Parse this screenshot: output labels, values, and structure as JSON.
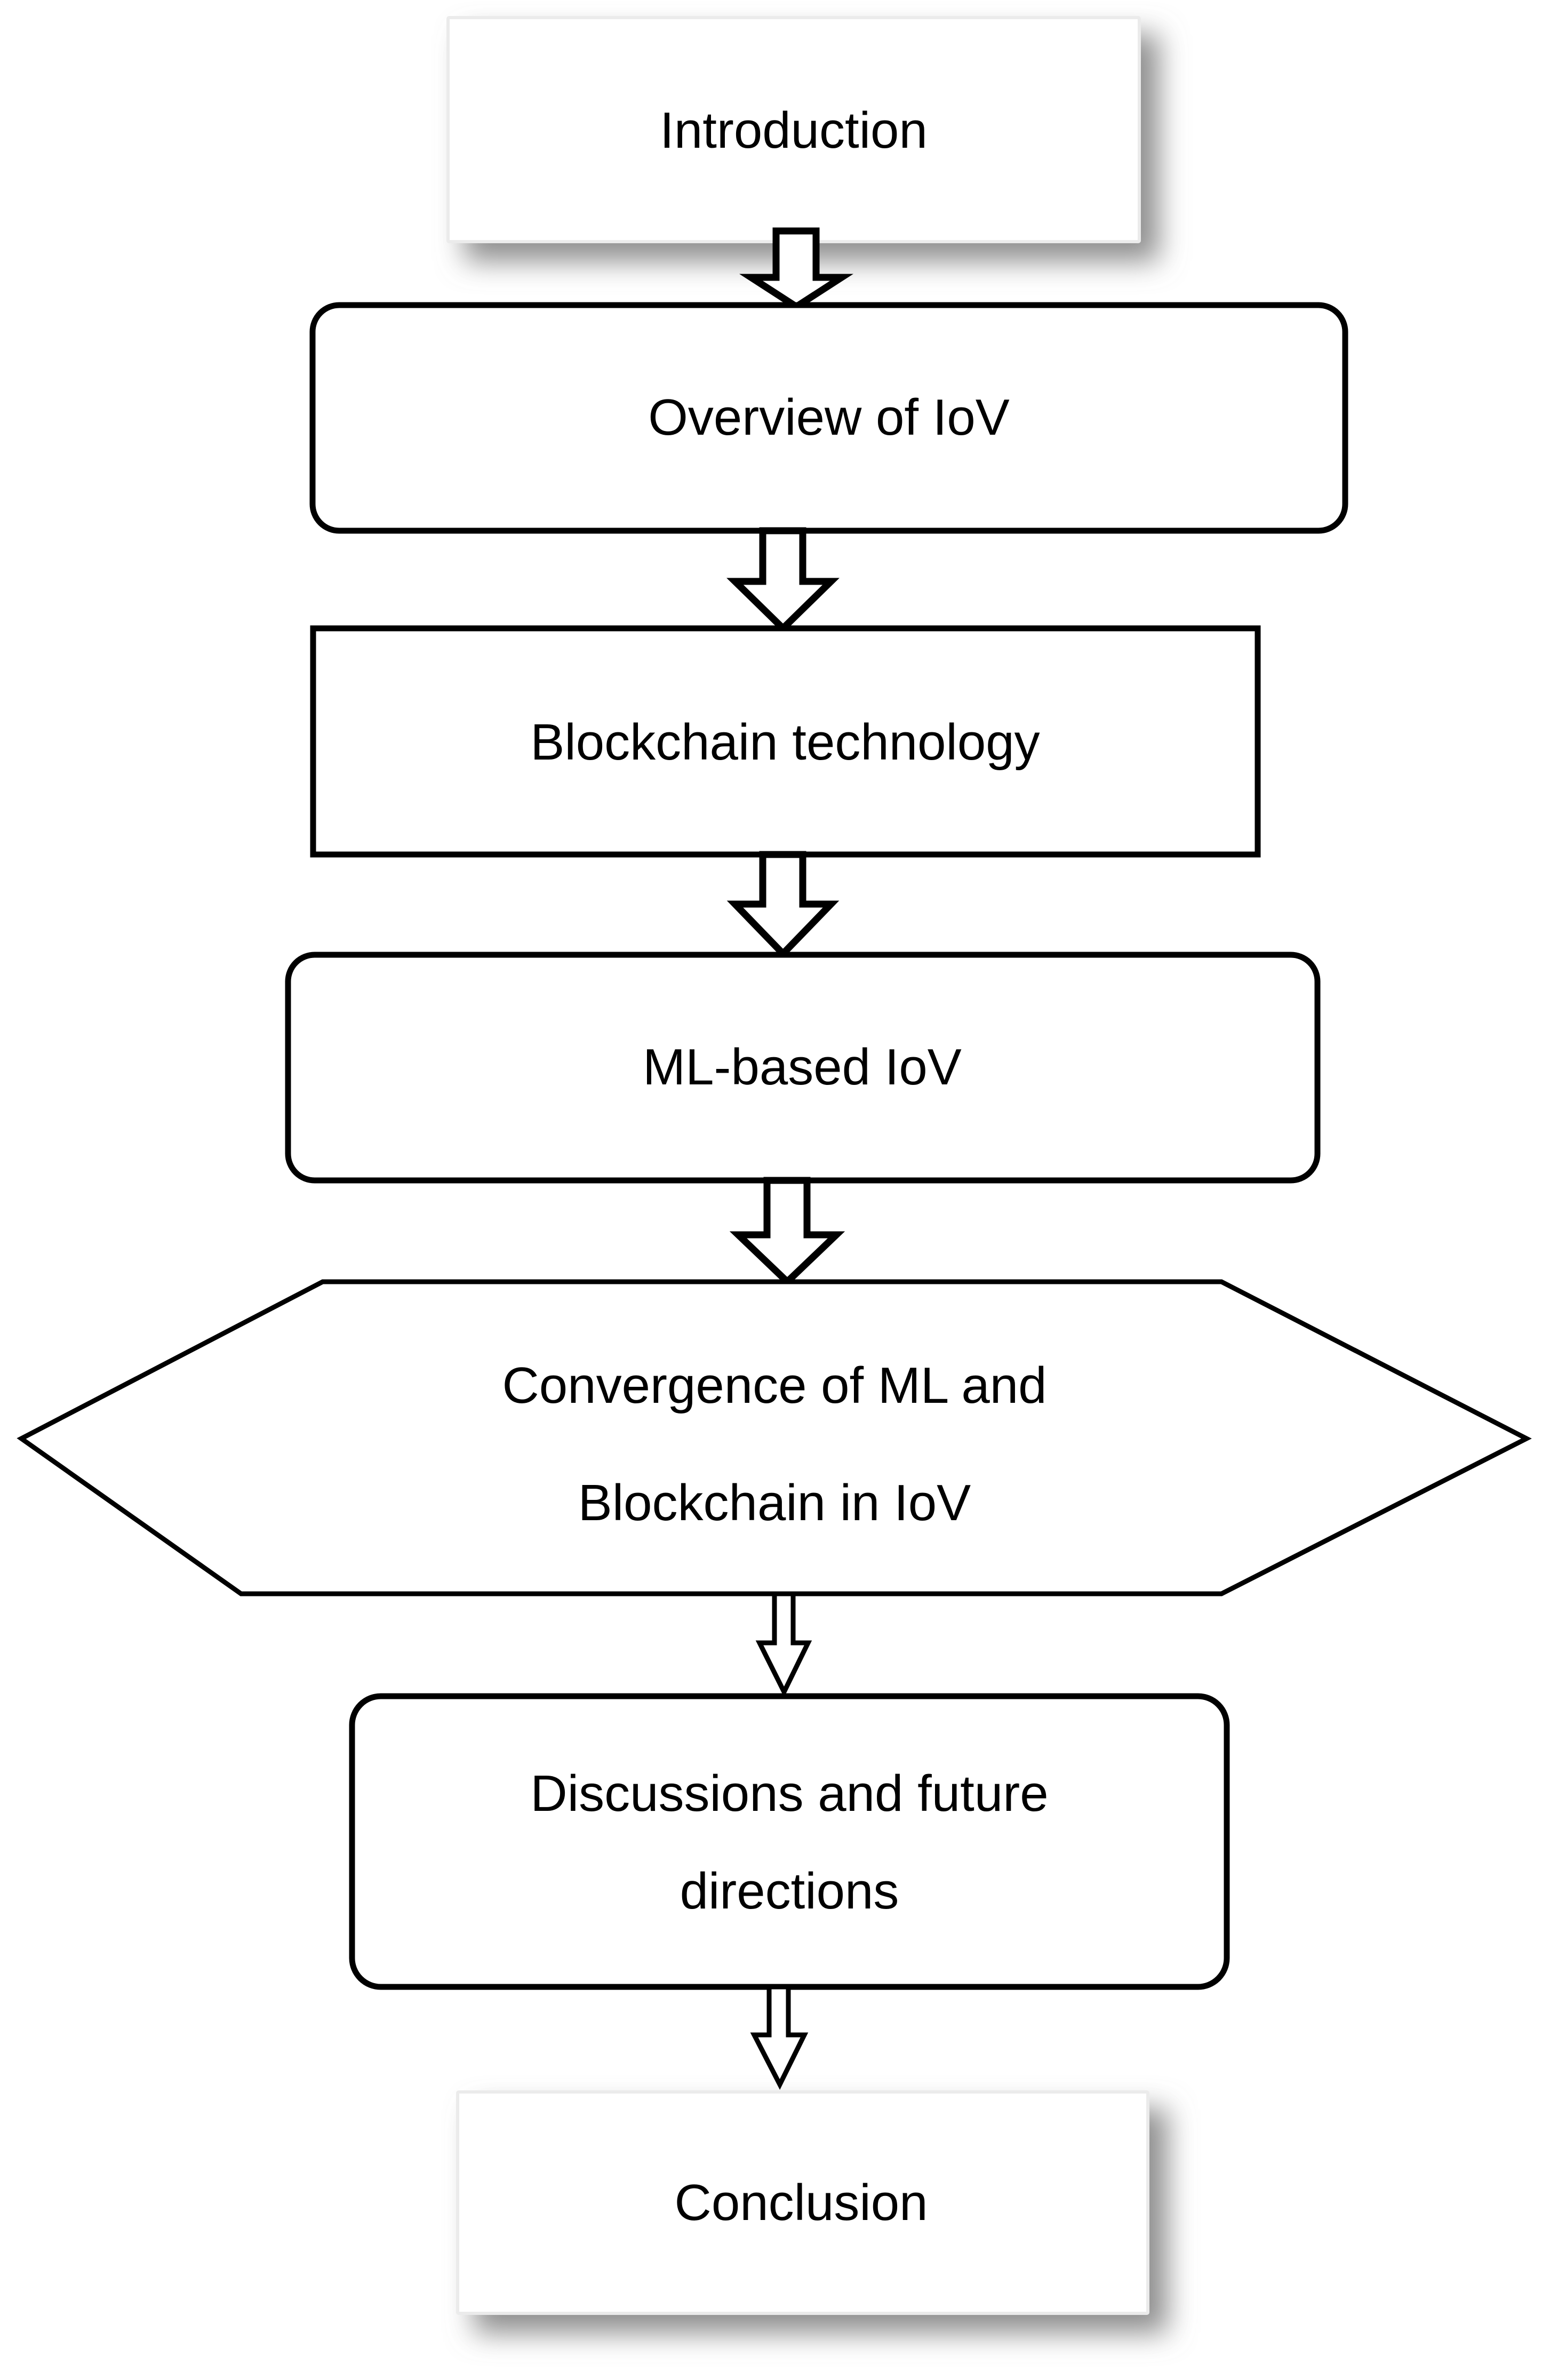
{
  "diagram": {
    "type": "flowchart",
    "orientation": "vertical",
    "title": "",
    "background_color": "#ffffff",
    "stroke_color": "#000000",
    "soft_stroke_color": "#ebebeb",
    "text_color": "#000000",
    "nodes": [
      {
        "id": "introduction",
        "label": "Introduction",
        "shape": "rectangle-shadowed",
        "lines": [
          "Introduction"
        ]
      },
      {
        "id": "overview-of-iov",
        "label": "Overview of IoV",
        "shape": "rounded-rectangle",
        "lines": [
          "Overview of IoV"
        ]
      },
      {
        "id": "blockchain-technology",
        "label": "Blockchain technology",
        "shape": "rectangle",
        "lines": [
          "Blockchain technology"
        ]
      },
      {
        "id": "ml-based-iov",
        "label": "ML-based IoV",
        "shape": "rounded-rectangle",
        "lines": [
          "ML-based IoV"
        ]
      },
      {
        "id": "convergence-of-ml-and-blockchain-in-iov",
        "label": "Convergence of ML and Blockchain in IoV",
        "shape": "hexagon",
        "lines": [
          "Convergence of ML and",
          "Blockchain in IoV"
        ]
      },
      {
        "id": "discussions-and-future-directions",
        "label": "Discussions and future directions",
        "shape": "rounded-rectangle",
        "lines": [
          "Discussions and future",
          "directions"
        ]
      },
      {
        "id": "conclusion",
        "label": "Conclusion",
        "shape": "rectangle-shadowed",
        "lines": [
          "Conclusion"
        ]
      }
    ],
    "edges": [
      {
        "id": "edge-1",
        "from": "introduction",
        "to": "overview-of-iov",
        "style": "block-arrow-down"
      },
      {
        "id": "edge-2",
        "from": "overview-of-iov",
        "to": "blockchain-technology",
        "style": "block-arrow-down"
      },
      {
        "id": "edge-3",
        "from": "blockchain-technology",
        "to": "ml-based-iov",
        "style": "block-arrow-down"
      },
      {
        "id": "edge-4",
        "from": "ml-based-iov",
        "to": "convergence-of-ml-and-blockchain-in-iov",
        "style": "block-arrow-down"
      },
      {
        "id": "edge-5",
        "from": "convergence-of-ml-and-blockchain-in-iov",
        "to": "discussions-and-future-directions",
        "style": "block-arrow-down"
      },
      {
        "id": "edge-6",
        "from": "discussions-and-future-directions",
        "to": "conclusion",
        "style": "block-arrow-down"
      }
    ]
  }
}
